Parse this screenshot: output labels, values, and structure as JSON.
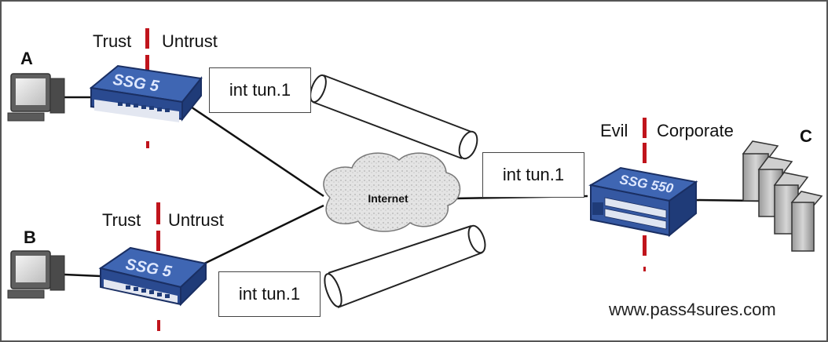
{
  "nodes": {
    "a": {
      "letter": "A"
    },
    "b": {
      "letter": "B"
    },
    "c": {
      "letter": "C"
    }
  },
  "devices": {
    "ssg_a": {
      "model": "SSG 5"
    },
    "ssg_b": {
      "model": "SSG 5"
    },
    "ssg_c": {
      "model": "SSG 550"
    }
  },
  "zones": {
    "a_trust": "Trust",
    "a_untrust": "Untrust",
    "b_trust": "Trust",
    "b_untrust": "Untrust",
    "c_evil": "Evil",
    "c_corporate": "Corporate"
  },
  "tunnels": {
    "a": "int tun.1",
    "b": "int tun.1",
    "c": "int tun.1"
  },
  "internet": {
    "label": "Internet"
  },
  "watermark": "www.pass4sures.com",
  "colors": {
    "zone_divider": "#c0141c",
    "device_body": "#3f66b3",
    "device_dark": "#1f3b78",
    "line": "#111111",
    "cloud": "#d9d9d9"
  }
}
